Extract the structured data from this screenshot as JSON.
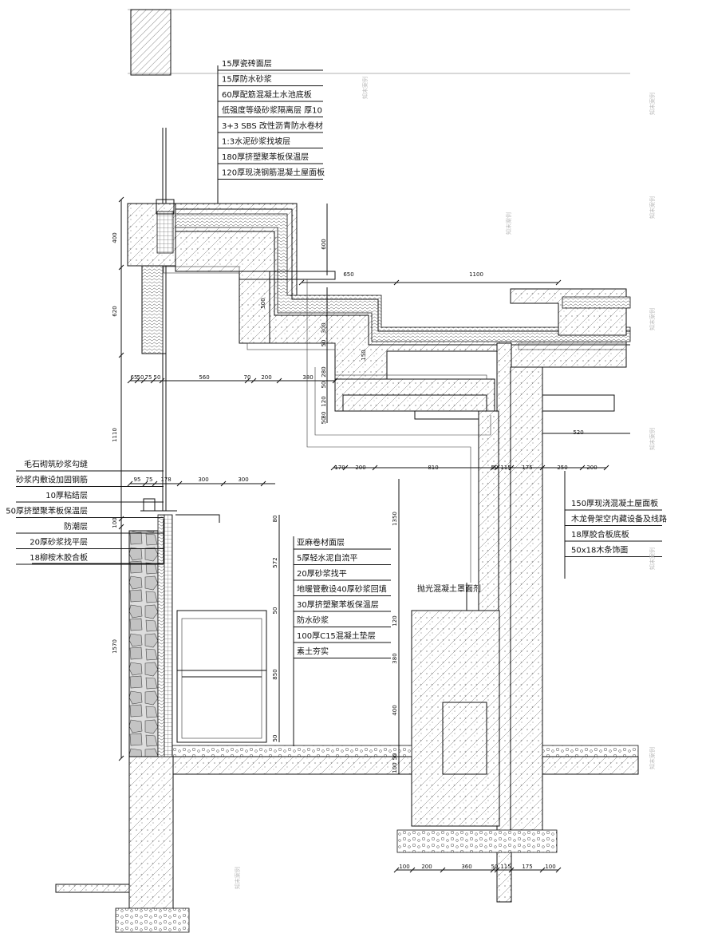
{
  "labels": {
    "roof_top": [
      "15厚瓷砖面层",
      "15厚防水砂浆",
      "60厚配筋混凝土水池底板",
      "低强度等级砂浆隔离层 厚10",
      "3+3 SBS 改性沥青防水卷材",
      "1:3水泥砂浆找坡层",
      "180厚挤塑聚苯板保温层",
      "120厚现浇钢筋混凝土屋面板"
    ],
    "wall_left": [
      "毛石砌筑砂浆勾缝",
      "砂浆内敷设加固钢筋",
      "10厚粘结层",
      "50厚挤塑聚苯板保温层",
      "防潮层",
      "20厚砂浆找平层",
      "18柳桉木胶合板"
    ],
    "floor_mid": [
      "亚麻卷材面层",
      "5厚轻水泥自流平",
      "20厚砂浆找平",
      "地暖管敷设40厚砂浆回填",
      "30厚挤塑聚苯板保温层",
      "防水砂浆",
      "100厚C15混凝土垫层",
      "素土夯实"
    ],
    "ceiling_right": [
      "150厚现浇混凝土屋面板",
      "木龙骨架空内藏设备及线路",
      "18厚胶合板底板",
      "50x18木条饰面"
    ],
    "concrete_note": "抛光混凝土罩面剂"
  },
  "dims": {
    "left_vertical": [
      "400",
      "620",
      "1110",
      "100",
      "1570"
    ],
    "row_620": [
      "65",
      "50",
      "75",
      "50",
      "560",
      "70",
      "200",
      "380"
    ],
    "row_1110": [
      "95",
      "75",
      "178",
      "300",
      "300"
    ],
    "top_600": "600",
    "top_650": "650",
    "top_1100": "1100",
    "step_vertical": [
      "500",
      "300",
      "50",
      "280",
      "50",
      "120",
      "30",
      "50",
      "150"
    ],
    "mid_row": [
      "170",
      "200",
      "810",
      "50",
      "115",
      "175",
      "250",
      "200"
    ],
    "right_520": "520",
    "cabinet_vertical": [
      "80",
      "572",
      "50",
      "850",
      "50"
    ],
    "tall_1350": "1350",
    "low_vertical": [
      "120",
      "380",
      "400",
      "50",
      "100"
    ],
    "bottom_row": [
      "100",
      "200",
      "360",
      "50",
      "115",
      "175",
      "100"
    ]
  },
  "watermark": "知末案例"
}
